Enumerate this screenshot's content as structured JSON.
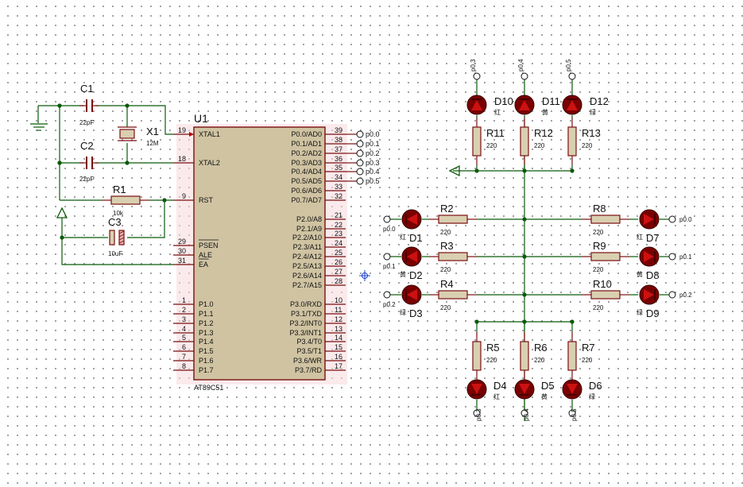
{
  "mcu": {
    "ref": "U1",
    "part": "AT89C51",
    "pins_left": [
      {
        "num": "19",
        "label": "XTAL1"
      },
      {
        "num": "18",
        "label": "XTAL2"
      },
      {
        "num": "9",
        "label": "RST"
      },
      {
        "num": "29",
        "label": "PSEN"
      },
      {
        "num": "30",
        "label": "ALE"
      },
      {
        "num": "31",
        "label": "EA"
      },
      {
        "num": "1",
        "label": "P1.0"
      },
      {
        "num": "2",
        "label": "P1.1"
      },
      {
        "num": "3",
        "label": "P1.2"
      },
      {
        "num": "4",
        "label": "P1.3"
      },
      {
        "num": "5",
        "label": "P1.4"
      },
      {
        "num": "6",
        "label": "P1.5"
      },
      {
        "num": "7",
        "label": "P1.6"
      },
      {
        "num": "8",
        "label": "P1.7"
      }
    ],
    "pins_right": [
      {
        "num": "39",
        "label": "P0.0/AD0"
      },
      {
        "num": "38",
        "label": "P0.1/AD1"
      },
      {
        "num": "37",
        "label": "P0.2/AD2"
      },
      {
        "num": "36",
        "label": "P0.3/AD3"
      },
      {
        "num": "35",
        "label": "P0.4/AD4"
      },
      {
        "num": "34",
        "label": "P0.5/AD5"
      },
      {
        "num": "33",
        "label": "P0.6/AD6"
      },
      {
        "num": "32",
        "label": "P0.7/AD7"
      },
      {
        "num": "21",
        "label": "P2.0/A8"
      },
      {
        "num": "22",
        "label": "P2.1/A9"
      },
      {
        "num": "23",
        "label": "P2.2/A10"
      },
      {
        "num": "24",
        "label": "P2.3/A11"
      },
      {
        "num": "25",
        "label": "P2.4/A12"
      },
      {
        "num": "26",
        "label": "P2.5/A13"
      },
      {
        "num": "27",
        "label": "P2.6/A14"
      },
      {
        "num": "28",
        "label": "P2.7/A15"
      },
      {
        "num": "10",
        "label": "P3.0/RXD"
      },
      {
        "num": "11",
        "label": "P3.1/TXD"
      },
      {
        "num": "12",
        "label": "P3.2/INT0"
      },
      {
        "num": "13",
        "label": "P3.3/INT1"
      },
      {
        "num": "14",
        "label": "P3.4/T0"
      },
      {
        "num": "15",
        "label": "P3.5/T1"
      },
      {
        "num": "16",
        "label": "P3.6/WR"
      },
      {
        "num": "17",
        "label": "P3.7/RD"
      }
    ],
    "net_labels": [
      "p0.0",
      "p0.1",
      "p0.2",
      "p0.3",
      "p0.4",
      "p0.5"
    ]
  },
  "osc": {
    "c1": {
      "ref": "C1",
      "value": "22pF"
    },
    "c2": {
      "ref": "C2",
      "value": "22pF"
    },
    "x1": {
      "ref": "X1",
      "value": "12M"
    }
  },
  "reset": {
    "r1": {
      "ref": "R1",
      "value": "10k"
    },
    "c3": {
      "ref": "C3",
      "value": "10uF"
    }
  },
  "top_leds": [
    {
      "led": "D10",
      "color": "红",
      "res": "R11",
      "value": "220",
      "net": "p0.3"
    },
    {
      "led": "D11",
      "color": "黄",
      "res": "R12",
      "value": "220",
      "net": "p0.4"
    },
    {
      "led": "D12",
      "color": "绿",
      "res": "R13",
      "value": "220",
      "net": "p0.5"
    }
  ],
  "left_leds": [
    {
      "led": "D1",
      "color": "红",
      "res": "R2",
      "value": "220",
      "net": "p0.0"
    },
    {
      "led": "D2",
      "color": "黄",
      "res": "R3",
      "value": "220",
      "net": "p0.1"
    },
    {
      "led": "D3",
      "color": "绿",
      "res": "R4",
      "value": "220",
      "net": "p0.2"
    }
  ],
  "right_leds": [
    {
      "led": "D7",
      "color": "红",
      "res": "R8",
      "value": "220",
      "net": "p0.0"
    },
    {
      "led": "D8",
      "color": "黄",
      "res": "R9",
      "value": "220",
      "net": "p0.1"
    },
    {
      "led": "D9",
      "color": "绿",
      "res": "R10",
      "value": "220",
      "net": "p0.2"
    }
  ],
  "bottom_leds": [
    {
      "led": "D4",
      "color": "红",
      "res": "R5",
      "value": "220",
      "net": "p0.3"
    },
    {
      "led": "D5",
      "color": "黄",
      "res": "R6",
      "value": "220",
      "net": "p0.4"
    },
    {
      "led": "D6",
      "color": "绿",
      "res": "R7",
      "value": "220",
      "net": "p0.5"
    }
  ],
  "colors": {
    "wire": "#0a5a0a",
    "pin": "#7a0f0f",
    "chip_fill": "#cfc3a2",
    "chip_border": "#7a0f0f",
    "led": "#cc1111"
  }
}
